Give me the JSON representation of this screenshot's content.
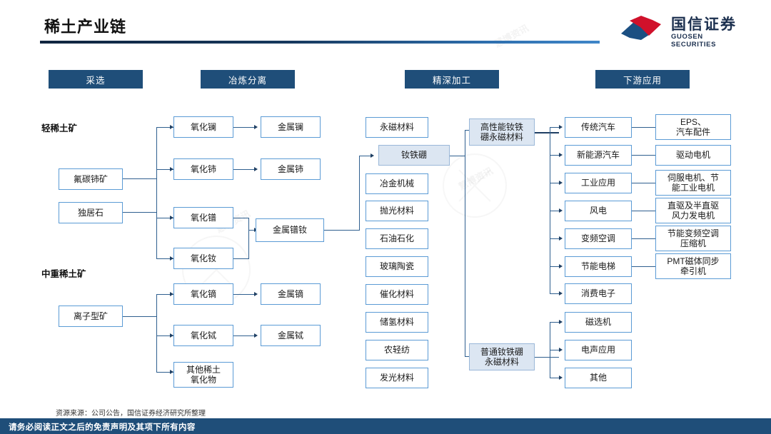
{
  "header": {
    "title": "稀土产业链",
    "logo_cn": "国信证券",
    "logo_en": "GUOSEN SECURITIES",
    "logo_icon": "guosen-mountain-mark"
  },
  "phases": [
    {
      "label": "采选"
    },
    {
      "label": "冶炼分离"
    },
    {
      "label": "精深加工"
    },
    {
      "label": "下游应用"
    }
  ],
  "group_labels": [
    {
      "label": "轻稀土矿"
    },
    {
      "label": "中重稀土矿"
    }
  ],
  "ores": [
    {
      "label": "氟碳铈矿"
    },
    {
      "label": "独居石"
    },
    {
      "label": "离子型矿"
    }
  ],
  "oxides": [
    {
      "label": "氧化镧"
    },
    {
      "label": "氧化铈"
    },
    {
      "label": "氧化镨"
    },
    {
      "label": "氧化钕"
    },
    {
      "label": "氧化镝"
    },
    {
      "label": "氧化铽"
    },
    {
      "label": "其他稀土\n氧化物"
    }
  ],
  "metals": [
    {
      "label": "金属镧"
    },
    {
      "label": "金属铈"
    },
    {
      "label": "金属镨钕"
    },
    {
      "label": "金属镝"
    },
    {
      "label": "金属铽"
    }
  ],
  "materials": [
    {
      "label": "永磁材料",
      "highlight": false
    },
    {
      "label": "钕铁硼",
      "highlight": true
    },
    {
      "label": "冶金机械",
      "highlight": false
    },
    {
      "label": "抛光材料",
      "highlight": false
    },
    {
      "label": "石油石化",
      "highlight": false
    },
    {
      "label": "玻璃陶瓷",
      "highlight": false
    },
    {
      "label": "催化材料",
      "highlight": false
    },
    {
      "label": "储氢材料",
      "highlight": false
    },
    {
      "label": "农轻纺",
      "highlight": false
    },
    {
      "label": "发光材料",
      "highlight": false
    }
  ],
  "magnets": [
    {
      "label": "高性能钕铁\n硼永磁材料",
      "highlight": true
    },
    {
      "label": "普通钕铁硼\n永磁材料",
      "highlight": true
    }
  ],
  "applications_high": [
    {
      "label": "传统汽车"
    },
    {
      "label": "新能源汽车"
    },
    {
      "label": "工业应用"
    },
    {
      "label": "风电"
    },
    {
      "label": "变频空调"
    },
    {
      "label": "节能电梯"
    },
    {
      "label": "消费电子"
    }
  ],
  "applications_common": [
    {
      "label": "磁选机"
    },
    {
      "label": "电声应用"
    },
    {
      "label": "其他"
    }
  ],
  "end_uses": [
    {
      "label": "EPS、\n汽车配件"
    },
    {
      "label": "驱动电机"
    },
    {
      "label": "伺服电机、节\n能工业电机"
    },
    {
      "label": "直驱及半直驱\n风力发电机"
    },
    {
      "label": "节能变频空调\n压缩机"
    },
    {
      "label": "PMT磁体同步\n牵引机"
    }
  ],
  "footer": {
    "source": "资源来源：公司公告，国信证券经济研究所整理",
    "disclaimer": "请务必阅读正文之后的免责声明及其项下所有内容"
  },
  "watermark": {
    "text": "慧博资讯",
    "mark": "circle-cross-watermark"
  },
  "colors": {
    "phase_bar": "#1f4e79",
    "node_border": "#5b9bd5",
    "highlight_fill": "#dce6f2",
    "connector": "#2f5f8f",
    "logo_red": "#d0112b",
    "logo_blue": "#1b4f82"
  }
}
